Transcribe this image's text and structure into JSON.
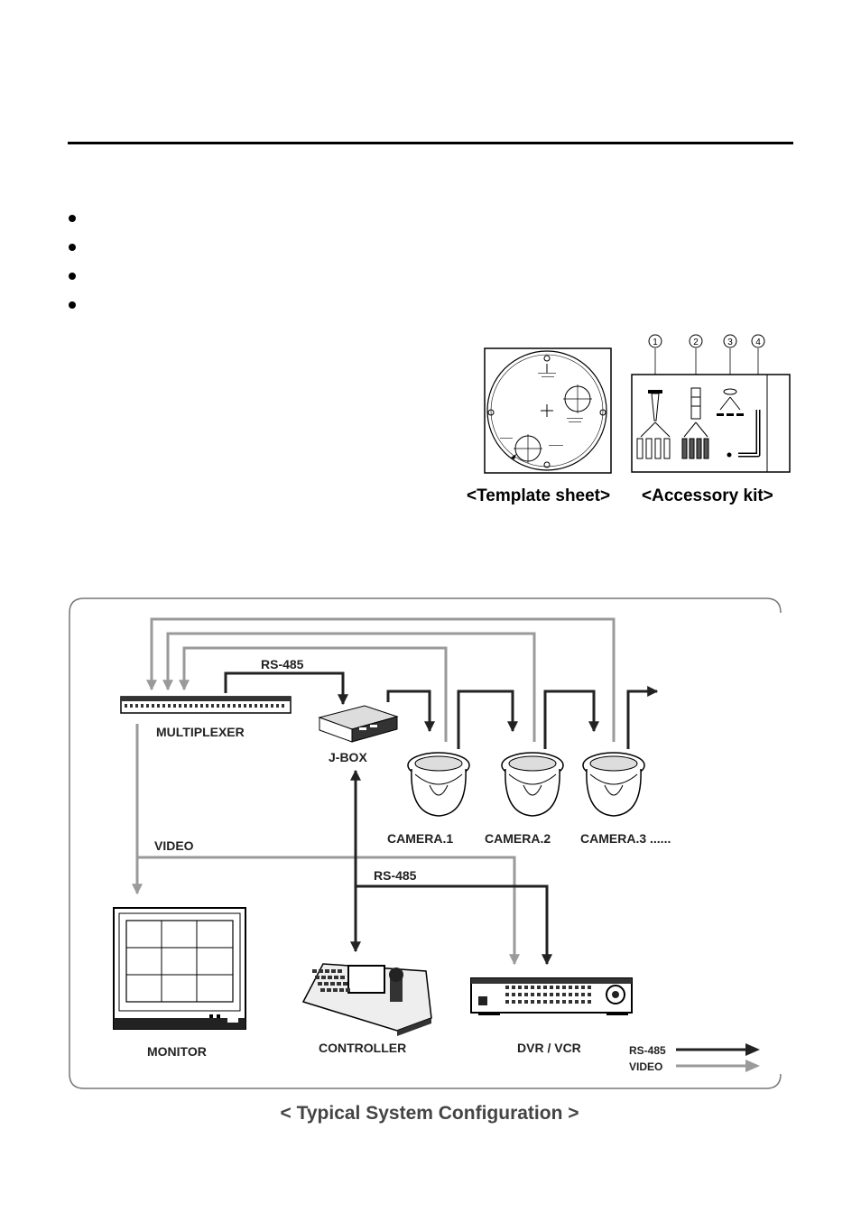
{
  "bullets": [
    "",
    "",
    "",
    ""
  ],
  "figures": {
    "template_caption": "<Template sheet>",
    "accessory_caption": "<Accessory kit>",
    "accessory_numbers": [
      "1",
      "2",
      "3",
      "4"
    ]
  },
  "diagram": {
    "labels": {
      "multiplexer": "MULTIPLEXER",
      "jbox": "J-BOX",
      "camera1": "CAMERA.1",
      "camera2": "CAMERA.2",
      "camera3": "CAMERA.3 ......",
      "monitor": "MONITOR",
      "controller": "CONTROLLER",
      "dvr": "DVR / VCR",
      "rs485_top": "RS-485",
      "rs485_mid": "RS-485",
      "video": "VIDEO",
      "legend_rs485": "RS-485",
      "legend_video": "VIDEO"
    },
    "colors": {
      "rs485": "#222222",
      "video": "#9a9a9a"
    },
    "caption": "< Typical System Configuration >"
  }
}
